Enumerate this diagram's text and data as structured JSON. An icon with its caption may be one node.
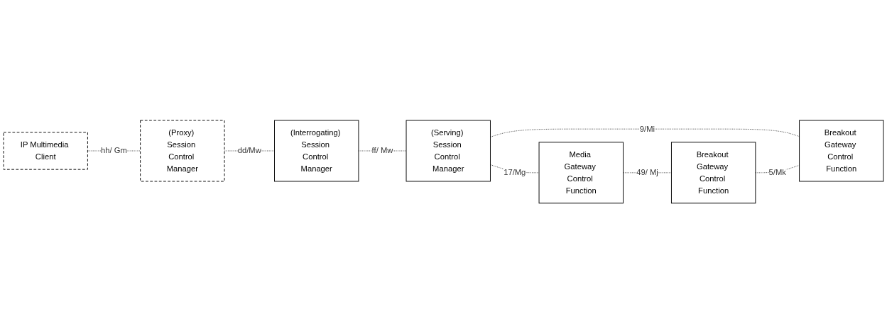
{
  "diagram": {
    "nodes": [
      {
        "text": [
          "IP Multimedia Client"
        ]
      },
      {
        "text": [
          "(Proxy) Session Control Manager"
        ]
      },
      {
        "text": [
          "(Interrogating) Session Control Manager"
        ]
      },
      {
        "text": [
          "(Serving) Session Control Manager"
        ]
      },
      {
        "text": [
          "Media Gateway Control Function"
        ]
      },
      {
        "text": [
          "Breakout Gateway Control Function"
        ]
      },
      {
        "text": [
          "Breakout Gateway Control Function"
        ]
      }
    ],
    "edges": [
      {
        "from": 0,
        "to": 1,
        "arrow": "none",
        "label": "hh/ Gm",
        "style": "dashed"
      },
      {
        "from": 1,
        "to": 2,
        "arrow": "none",
        "label": "dd/Mw",
        "style": "dashed"
      },
      {
        "from": 2,
        "to": 3,
        "arrow": "none",
        "label": "ff/ Mw",
        "style": "dashed"
      },
      {
        "from": 3,
        "to": 4,
        "arrow": "none",
        "label": "17/Mg",
        "style": "dashed"
      },
      {
        "from": 3,
        "to": 6,
        "arrow": "none",
        "label": "9/Mi",
        "style": "dashed"
      },
      {
        "from": 4,
        "to": 5,
        "arrow": "none",
        "label": "49/ Mj",
        "style": "dashed"
      },
      {
        "from": 5,
        "to": 6,
        "arrow": "none",
        "label": "5/Mk",
        "style": "dashed"
      }
    ]
  }
}
